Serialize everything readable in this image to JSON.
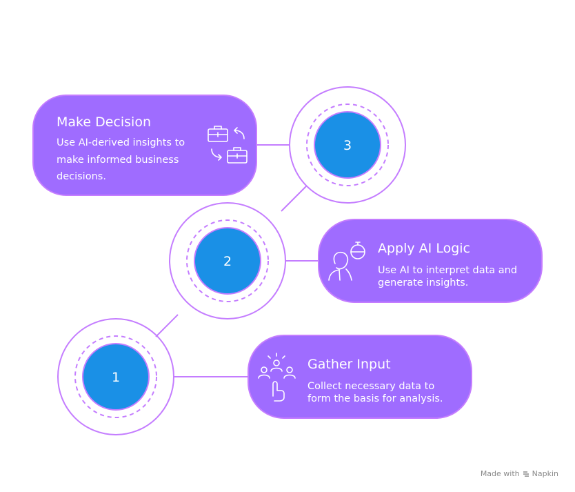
{
  "steps": [
    {
      "number": "1",
      "title": "Gather Input",
      "desc": [
        "Collect necessary data to",
        "form the basis for analysis."
      ],
      "icon": "people-pointing-icon"
    },
    {
      "number": "2",
      "title": "Apply AI Logic",
      "desc": [
        "Use AI to interpret data and",
        "generate insights."
      ],
      "icon": "person-ai-icon"
    },
    {
      "number": "3",
      "title": "Make Decision",
      "desc": [
        "Use AI-derived insights to",
        "make informed business",
        "decisions."
      ],
      "icon": "briefcase-exchange-icon"
    }
  ],
  "footer": {
    "made_with": "Made with",
    "brand": "Napkin"
  },
  "colors": {
    "card": "#9f6cff",
    "card_border": "#c47dff",
    "ring": "#c47dff",
    "node": "#1a90e6"
  }
}
